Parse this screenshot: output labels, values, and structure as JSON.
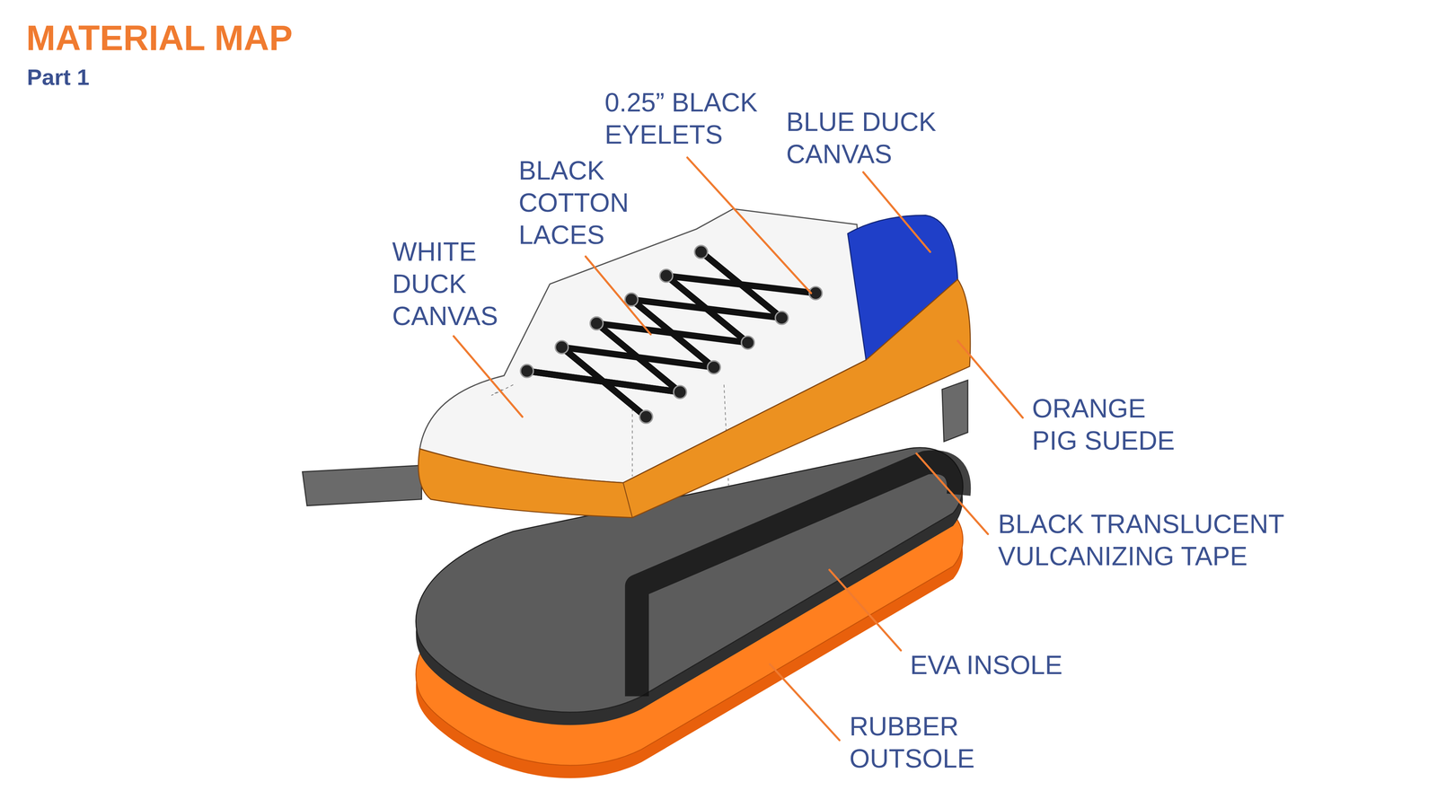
{
  "diagram": {
    "title": "MATERIAL MAP",
    "labels": [
      "Part 1",
      "0.25” BLACK EYELETS",
      "BLUE DUCK CANVAS",
      "BLACK COTTON LACES",
      "WHITE DUCK CANVAS",
      "ORANGE PIG SUEDE",
      "BLACK TRANSLUCENT VULCANIZING TAPE",
      "EVA INSOLE",
      "RUBBER OUTSOLE"
    ]
  }
}
